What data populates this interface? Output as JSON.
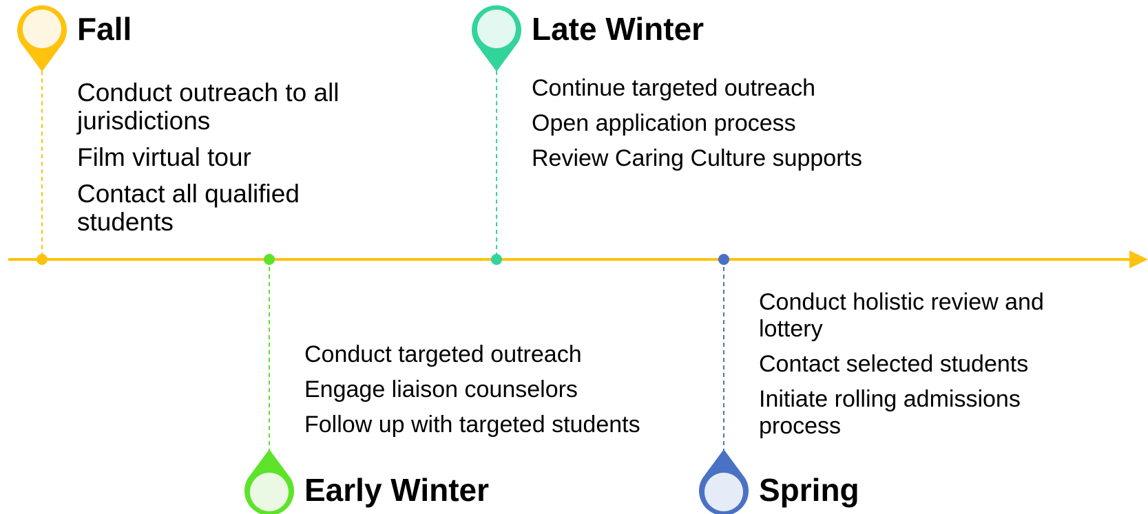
{
  "colors": {
    "axis": "#FFC20E",
    "fall": "#FFC20E",
    "early_winter": "#5CE32A",
    "late_winter": "#33D49C",
    "spring": "#4A72C4"
  },
  "stages": [
    {
      "title": "Fall",
      "items": [
        "Conduct outreach to all jurisdictions",
        "Film virtual tour",
        "Contact all qualified students"
      ]
    },
    {
      "title": "Early Winter",
      "items": [
        "Conduct targeted outreach",
        "Engage liaison counselors",
        "Follow up with targeted students"
      ]
    },
    {
      "title": "Late Winter",
      "items": [
        "Continue targeted outreach",
        "Open application process",
        "Review Caring Culture supports"
      ]
    },
    {
      "title": "Spring",
      "items": [
        "Conduct holistic review and lottery",
        "Contact selected students",
        "Initiate rolling admissions process"
      ]
    }
  ]
}
